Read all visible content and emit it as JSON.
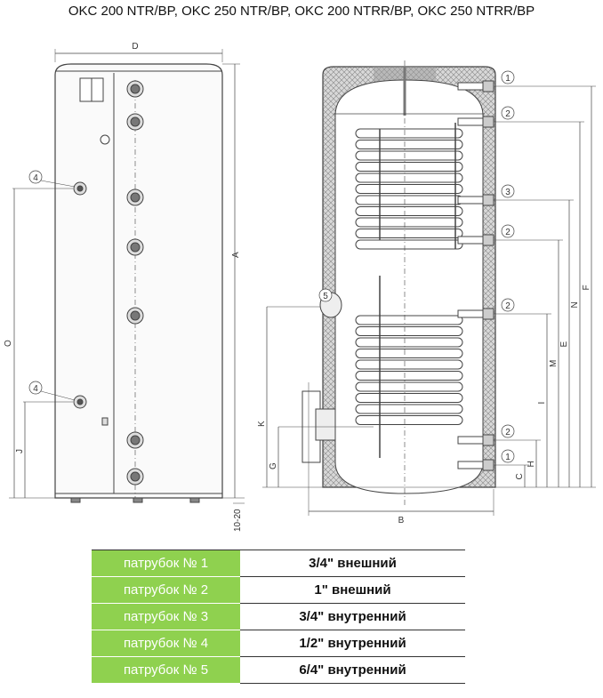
{
  "title": "OKC 200 NTR/BP, OKC 250 NTR/BP, OKC 200 NTRR/BP, OKC 250 NTRR/BP",
  "left_view": {
    "dim_D": "D",
    "dim_A": "A",
    "dim_O": "O",
    "dim_J": "J",
    "dim_feet": "10-20",
    "callout_upper": "4",
    "callout_lower": "4"
  },
  "right_view": {
    "dim_B": "B",
    "dim_K": "K",
    "dim_G": "G",
    "callout_5": "5",
    "callouts": [
      "1",
      "2",
      "3",
      "2",
      "2",
      "2",
      "1"
    ],
    "dims": [
      "F",
      "N",
      "E",
      "M",
      "I",
      "H",
      "C"
    ]
  },
  "table": [
    {
      "k": "патрубок № 1",
      "v": "3/4\" внешний"
    },
    {
      "k": "патрубок № 2",
      "v": "1\" внешний"
    },
    {
      "k": "патрубок № 3",
      "v": "3/4\" внутренний"
    },
    {
      "k": "патрубок № 4",
      "v": "1/2\" внутренний"
    },
    {
      "k": "патрубок № 5",
      "v": "6/4\" внутренний"
    }
  ]
}
